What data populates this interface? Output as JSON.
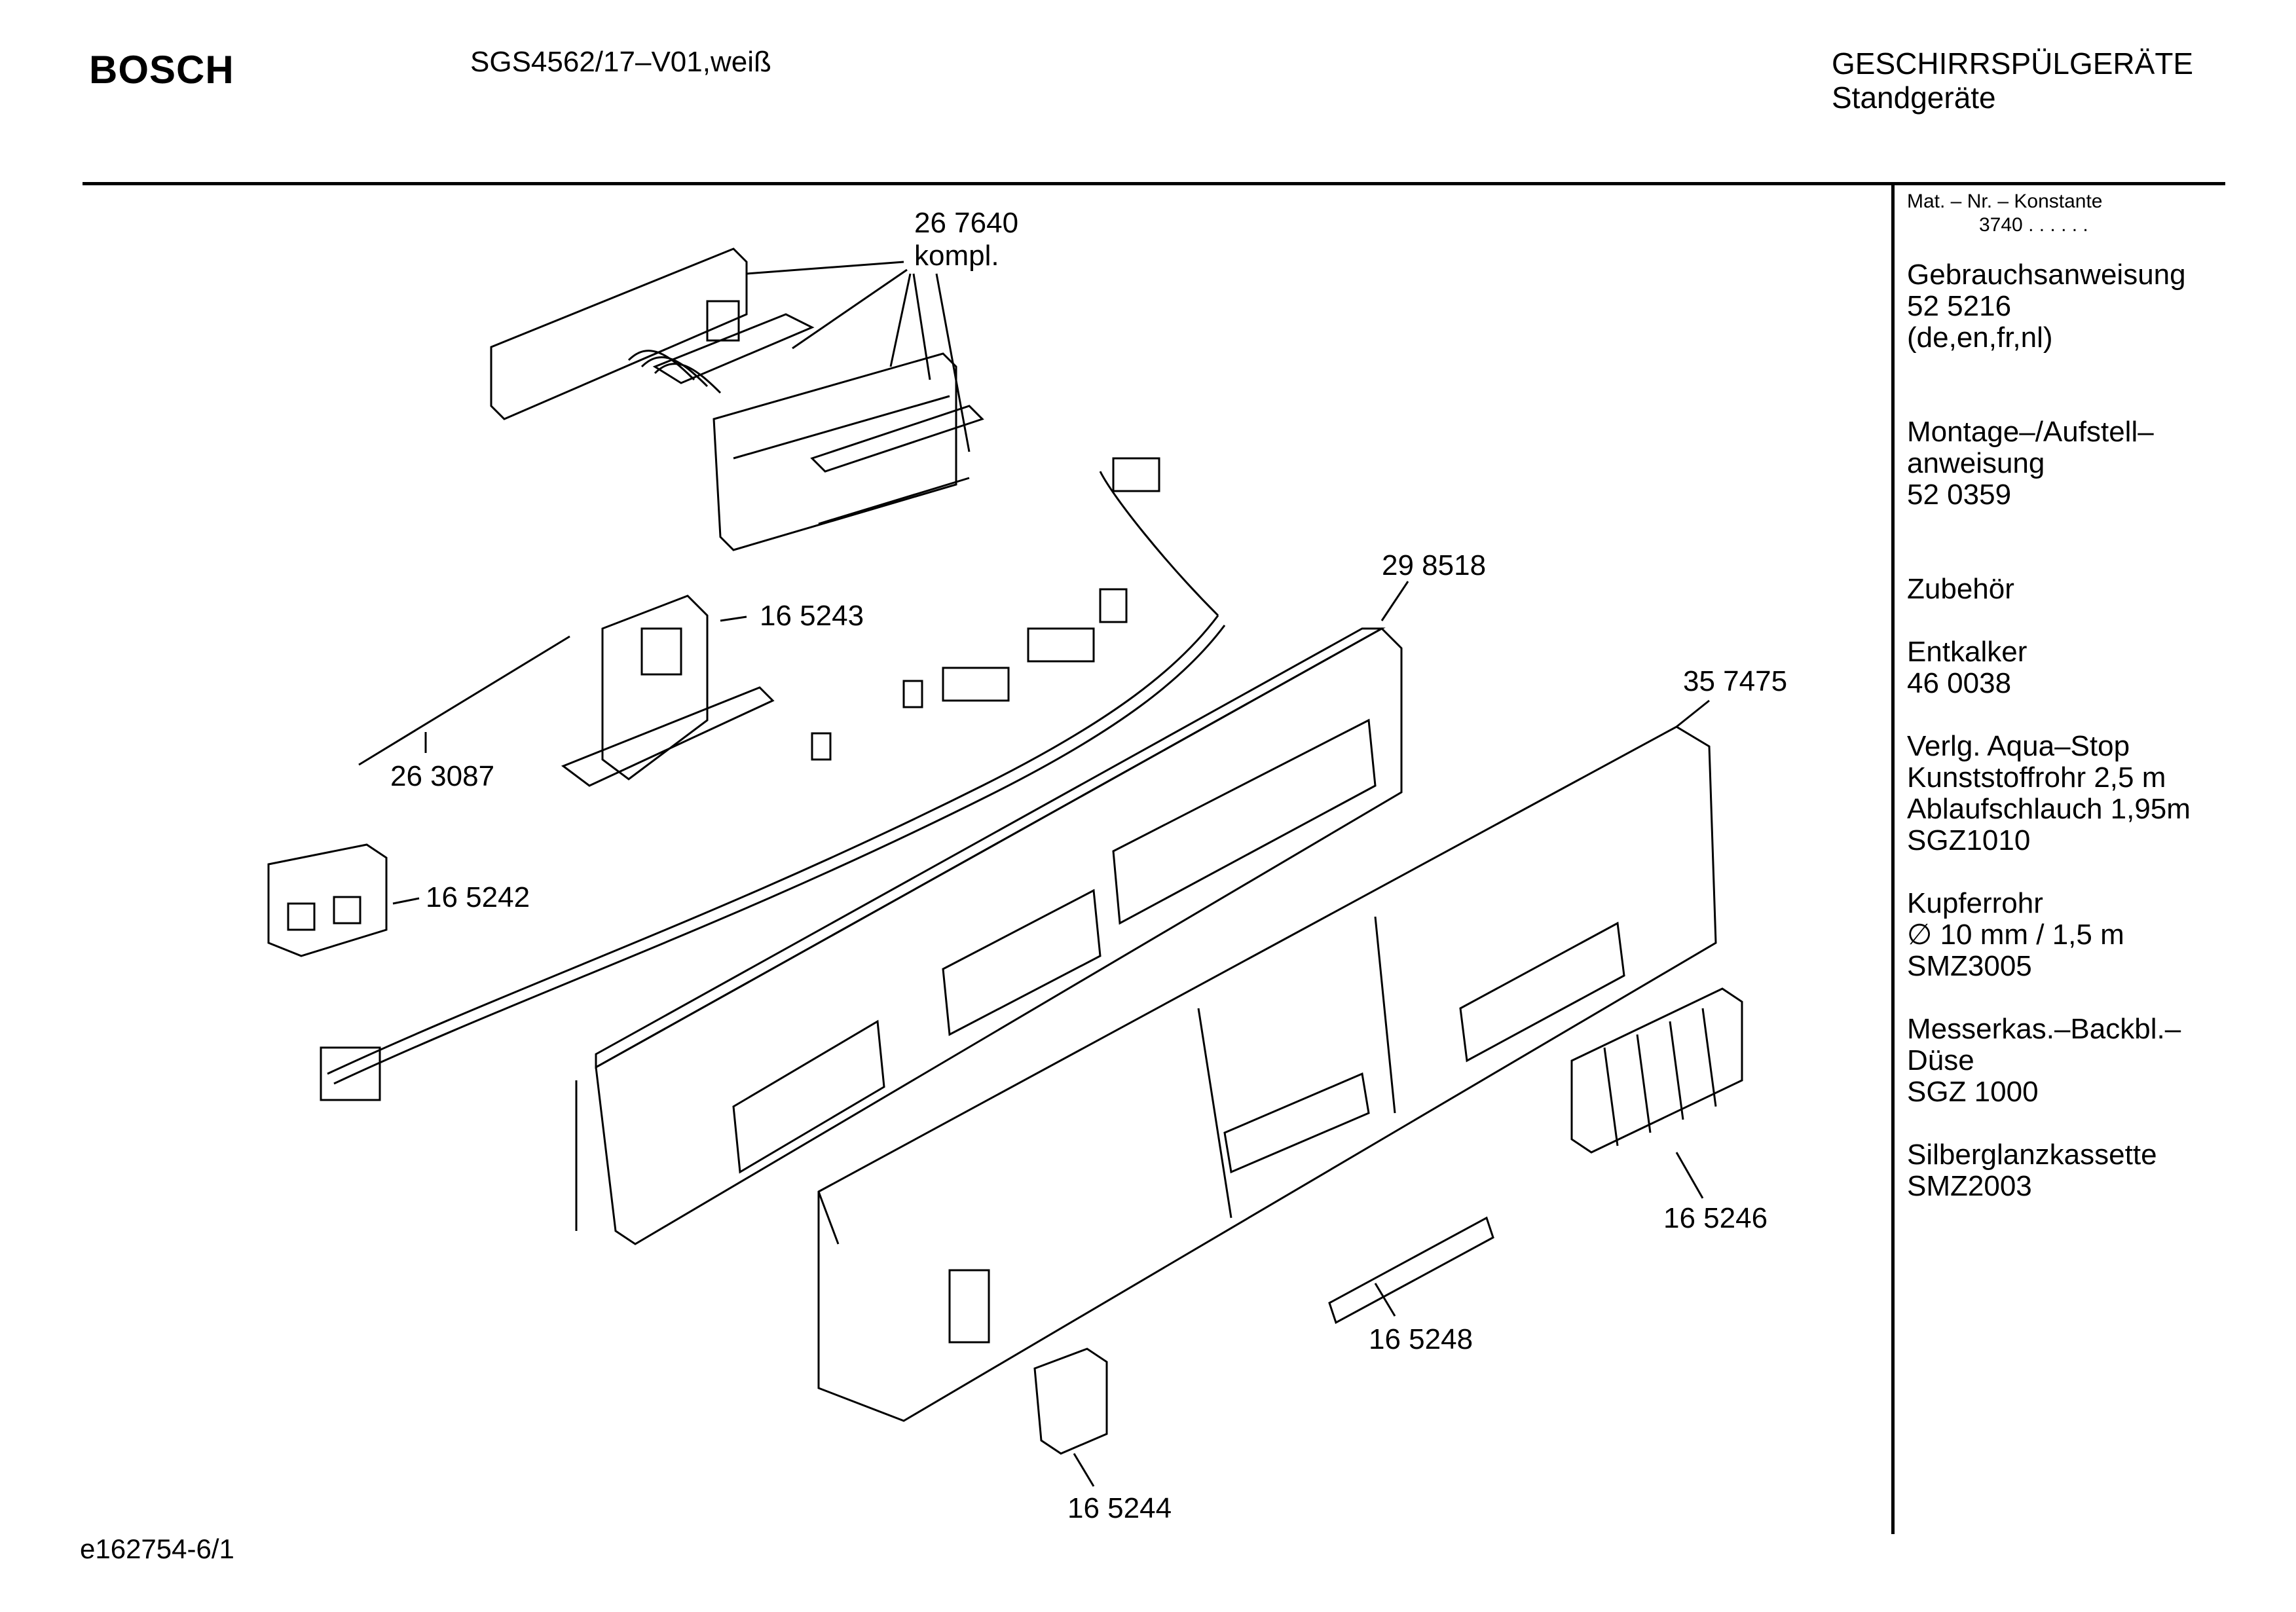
{
  "header": {
    "brand": "BOSCH",
    "model": "SGS4562/17–V01,weiß",
    "category_line1": "GESCHIRRSPÜLGERÄTE",
    "category_line2": "Standgeräte"
  },
  "sidebar": {
    "mat_label": "Mat. – Nr. – Konstante",
    "mat_value": "3740 . . . . . .",
    "blocks": [
      {
        "lines": [
          "Gebrauchsanweisung",
          "52 5216",
          "(de,en,fr,nl)"
        ]
      },
      {
        "lines": [
          "Montage–/Aufstell–",
          "anweisung",
          "52 0359"
        ]
      },
      {
        "lines": [
          "Zubehör"
        ]
      },
      {
        "lines": [
          "Entkalker",
          "46 0038"
        ]
      },
      {
        "lines": [
          "Verlg. Aqua–Stop",
          "Kunststoffrohr 2,5 m",
          "Ablaufschlauch 1,95m",
          "SGZ1010"
        ]
      },
      {
        "lines": [
          "Kupferrohr",
          "∅ 10 mm / 1,5 m",
          "SMZ3005"
        ]
      },
      {
        "lines": [
          "Messerkas.–Backbl.–",
          "Düse",
          "SGZ 1000"
        ]
      },
      {
        "lines": [
          "Silberglanzkassette",
          "SMZ2003"
        ]
      }
    ]
  },
  "parts": {
    "p267640": "26 7640",
    "p267640_note": "kompl.",
    "p298518": "29 8518",
    "p165243": "16 5243",
    "p263087": "26 3087",
    "p357475": "35 7475",
    "p165242": "16 5242",
    "p165246": "16 5246",
    "p165248": "16 5248",
    "p165244": "16 5244"
  },
  "footer": {
    "code": "e162754-6/1"
  }
}
